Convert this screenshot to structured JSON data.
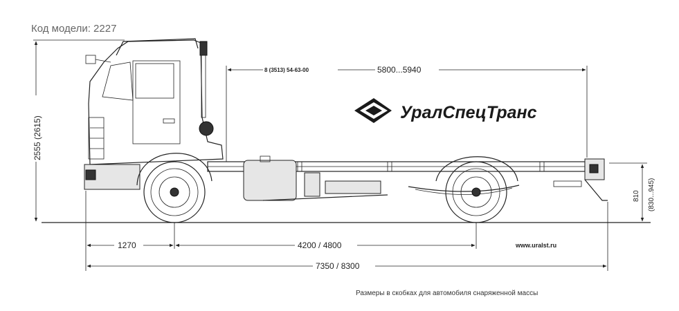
{
  "model_label": "Код модели: 2227",
  "body_length_label": "5800...5940",
  "phone_label": "8 (3513) 54-63-00",
  "brand_logo": "УралСпецТранс",
  "height_label": "2555 (2615)",
  "frame_height_label": "810",
  "frame_height_alt_label": "(830...945)",
  "front_overhang_label": "1270",
  "wheelbase_label": "4200 / 4800",
  "total_length_label": "7350 / 8300",
  "website_label": "www.uralst.ru",
  "footnote": "Размеры в скобках для автомобиля снаряженной массы"
}
